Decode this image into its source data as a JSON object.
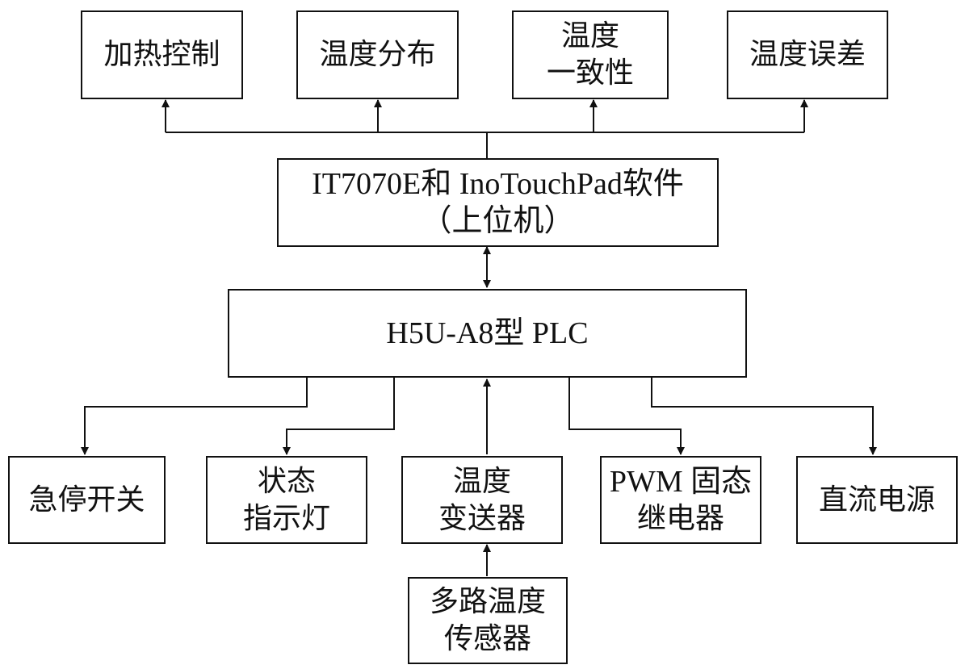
{
  "colors": {
    "line": "#111111",
    "fill": "#ffffff"
  },
  "top_boxes": [
    {
      "lines": [
        "加热控制"
      ]
    },
    {
      "lines": [
        "温度分布"
      ]
    },
    {
      "lines": [
        "温度",
        "一致性"
      ]
    },
    {
      "lines": [
        "温度误差"
      ]
    }
  ],
  "host": {
    "lines": [
      "IT7070E和 InoTouchPad软件",
      "（上位机）"
    ]
  },
  "plc": {
    "label": "H5U-A8型 PLC"
  },
  "bottom_boxes": [
    {
      "lines": [
        "急停开关"
      ]
    },
    {
      "lines": [
        "状态",
        "指示灯"
      ]
    },
    {
      "lines": [
        "温度",
        "变送器"
      ]
    },
    {
      "lines": [
        "PWM 固态",
        "继电器"
      ]
    },
    {
      "lines": [
        "直流电源"
      ]
    }
  ],
  "sensor": {
    "lines": [
      "多路温度",
      "传感器"
    ]
  }
}
